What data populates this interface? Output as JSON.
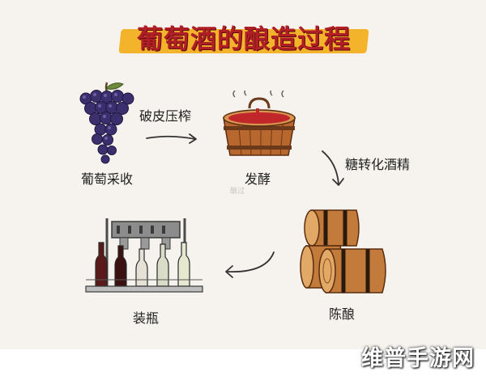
{
  "title": "葡萄酒的酿造过程",
  "steps": [
    {
      "label": "葡萄采收",
      "icon": "grape-bunch-icon"
    },
    {
      "label": "发酵",
      "icon": "fermentation-vat-icon"
    },
    {
      "label": "陈酿",
      "icon": "oak-barrels-icon"
    },
    {
      "label": "装瓶",
      "icon": "bottling-machine-icon"
    }
  ],
  "transitions": [
    {
      "label": "破皮压榨"
    },
    {
      "label": "糖转化酒精"
    },
    {
      "label": ""
    }
  ],
  "watermark": "酿过",
  "brand": "维普手游网",
  "colors": {
    "title_red": "#b01e26",
    "title_highlight": "#f3b32a",
    "grape": "#3c2f6e",
    "wood": "#b8672e",
    "wine": "#c0262a"
  }
}
